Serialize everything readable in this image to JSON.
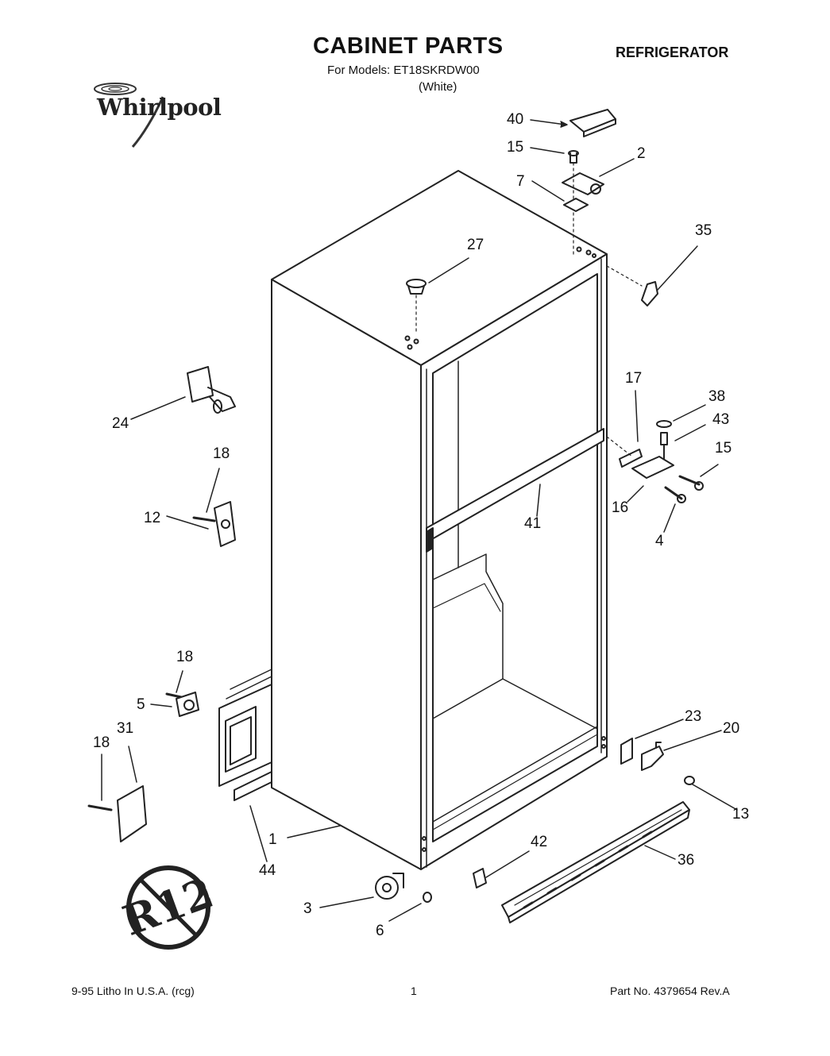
{
  "header": {
    "title": "CABINET PARTS",
    "models": "For Models: ET18SKRDW00",
    "color": "(White)",
    "product": "REFRIGERATOR"
  },
  "logo": {
    "text": "Whirlpool",
    "icon": "whirlpool-swirl-logo"
  },
  "badge": {
    "text": "R12",
    "icon": "no-r12-symbol"
  },
  "callouts": {
    "c40": "40",
    "c15a": "15",
    "c2": "2",
    "c7": "7",
    "c35": "35",
    "c27": "27",
    "c24": "24",
    "c18a": "18",
    "c12": "12",
    "c17": "17",
    "c38": "38",
    "c43": "43",
    "c15b": "15",
    "c16": "16",
    "c4": "4",
    "c41": "41",
    "c18b": "18",
    "c5": "5",
    "c18c": "18",
    "c31": "31",
    "c23": "23",
    "c20": "20",
    "c13": "13",
    "c1": "1",
    "c44": "44",
    "c42": "42",
    "c36": "36",
    "c3": "3",
    "c6": "6"
  },
  "footer": {
    "left": "9-95 Litho In U.S.A. (rcg)",
    "center": "1",
    "right": "Part No. 4379654 Rev.A"
  }
}
